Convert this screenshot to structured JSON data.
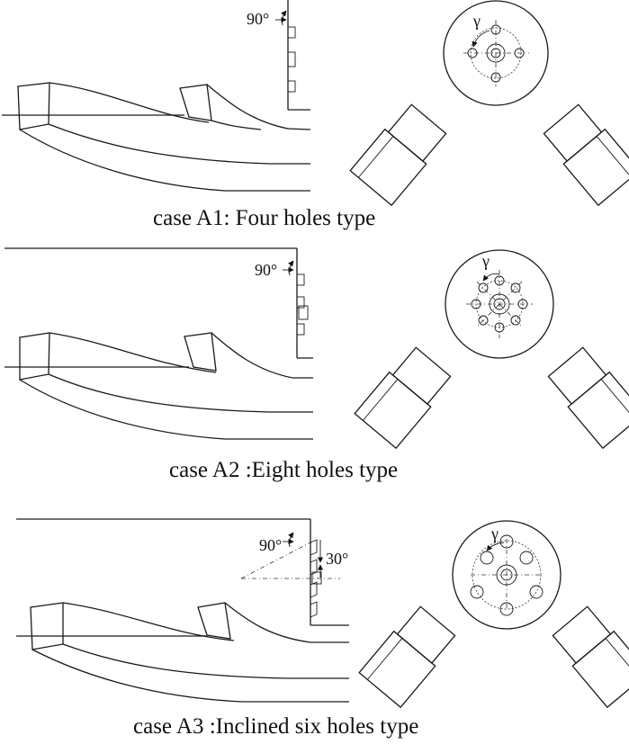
{
  "panels": [
    {
      "caption": "case A1: Four holes type",
      "angle_label": "90°",
      "gamma_label": "γ"
    },
    {
      "caption": "case A2 :Eight holes type",
      "angle_label": "90°",
      "gamma_label": "γ"
    },
    {
      "caption": "case A3 :Inclined six holes type",
      "angle_label": "90°",
      "incline_label": "30°",
      "gamma_label": "γ"
    }
  ]
}
